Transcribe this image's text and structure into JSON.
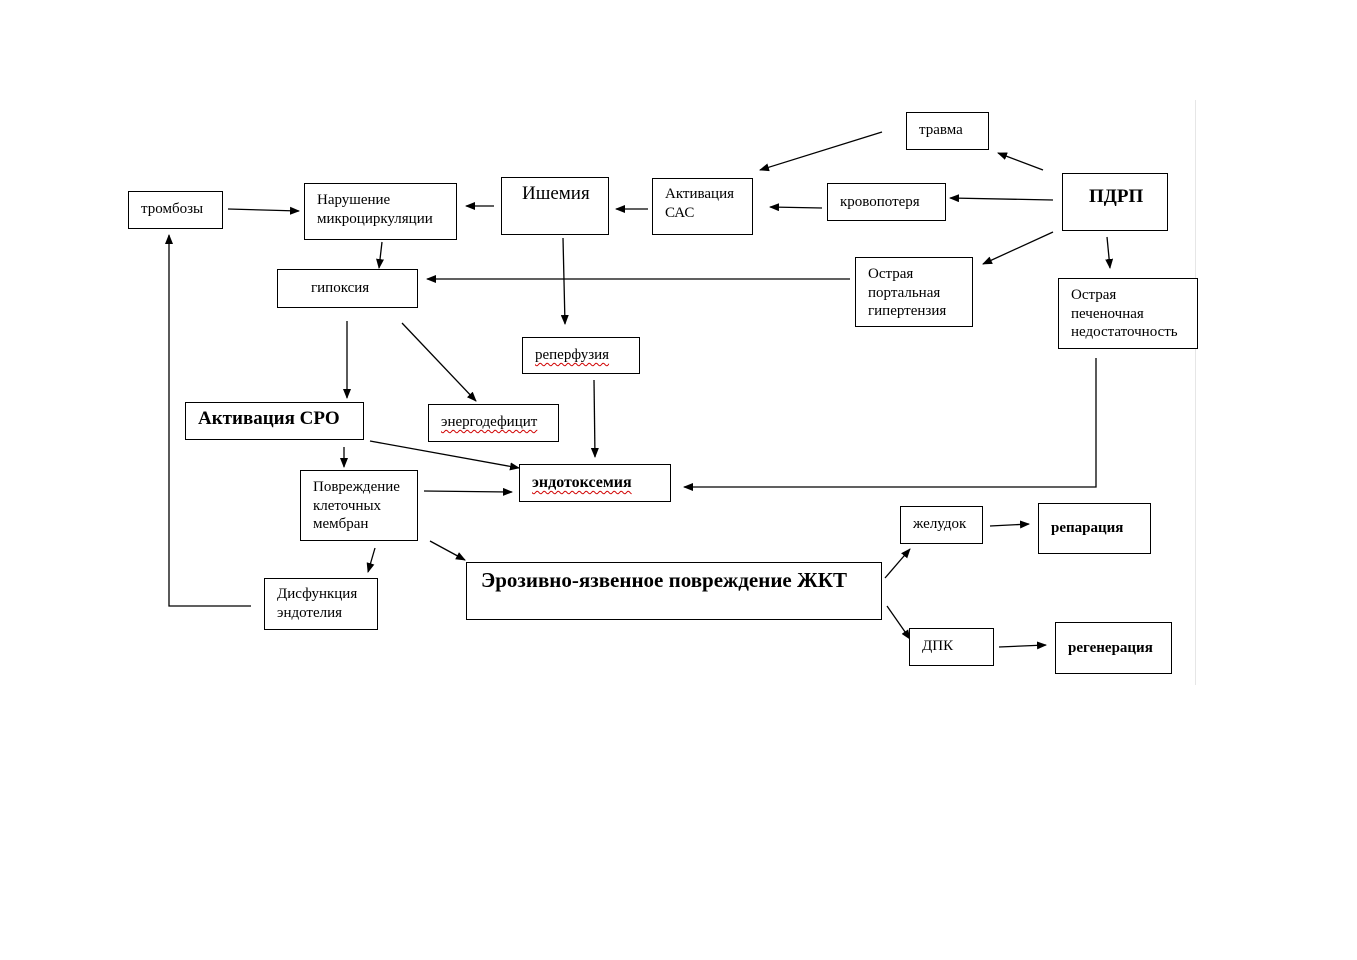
{
  "diagram": {
    "nodes": {
      "travma": "травма",
      "pdrp": "ПДРП",
      "krovopoterya": "кровопотеря",
      "aktivaciya_sas": "Активация\nСАС",
      "ishemiya": "Ишемия",
      "narushenie": "Нарушение\nмикроциркуляции",
      "trombozy": "тромбозы",
      "gipoksiya": "гипоксия",
      "ostraya_portalnaya": "Острая\nпортальная\nгипертензия",
      "ostraya_pechenochnaya": "Острая\nпеченочная\nнедостаточность",
      "reperfuziya": "реперфузия",
      "aktivaciya_sro": "Активация СРО",
      "energodeficit": "энергодефицит",
      "endotoksemiya": "эндотоксемия",
      "povrezhdenie": "Повреждение\nклеточных\nмембран",
      "disfunkciya": "Дисфункция\nэндотелия",
      "erozivno": "Эрозивно-язвенное повреждение ЖКТ",
      "zheludok": "желудок",
      "reparaciya": "репарация",
      "dpk": "ДПК",
      "regeneraciya": "регенерация"
    }
  }
}
